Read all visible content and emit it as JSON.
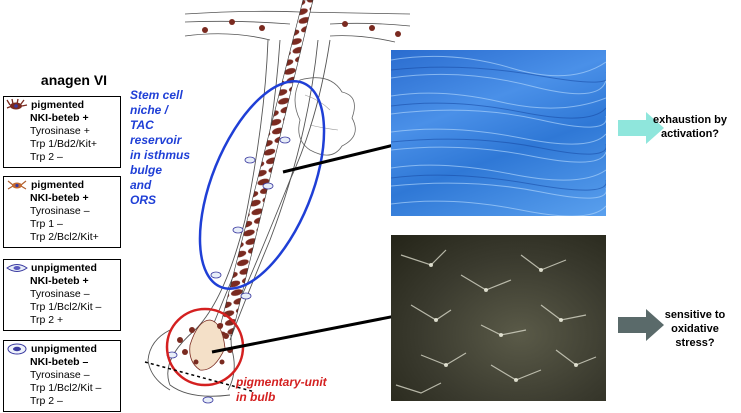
{
  "legend": {
    "title": "anagen VI",
    "boxes": [
      {
        "status": "pigmented",
        "marker": "NKI-beteb +",
        "lines": [
          "Tyrosinase +",
          "Trp 1/Bd2/Kit+",
          "Trp 2 –"
        ],
        "icon": "pigmented-dendritic-melanocyte-icon"
      },
      {
        "status": "pigmented",
        "marker": "NKI-beteb +",
        "lines": [
          "Tyrosinase –",
          "Trp 1 –",
          "Trp 2/Bcl2/Kit+"
        ],
        "icon": "pigmented-bipolar-melanocyte-icon"
      },
      {
        "status": "unpigmented",
        "marker": "NKI-beteb +",
        "lines": [
          "Tyrosinase –",
          "Trp 1/Bcl2/Kit –",
          "Trp 2 +"
        ],
        "icon": "unpigmented-spindle-cell-icon"
      },
      {
        "status": "unpigmented",
        "marker": "NKI-beteb –",
        "lines": [
          "Tyrosinase –",
          "Trp 1/Bcl2/Kit –",
          "Trp 2 –"
        ],
        "icon": "unpigmented-oval-cell-icon"
      }
    ]
  },
  "labels": {
    "stem_niche": [
      "Stem cell",
      "niche /",
      "TAC",
      "reservoir",
      "in isthmus",
      "bulge",
      "and",
      "ORS"
    ],
    "pigmentary": [
      "pigmentary-unit",
      "in bulb"
    ]
  },
  "outcomes": {
    "top": [
      "exhaustion by",
      "activation?"
    ],
    "bottom": [
      "sensitive to",
      "oxidative",
      "stress?"
    ]
  },
  "colors": {
    "stem_ellipse": "#1f3fd6",
    "bulb_circle": "#d42020",
    "arrow_top": "#8fe6dc",
    "arrow_bottom": "#5a6a6a",
    "hair_shaft": "#7a2a20",
    "micrograph_top": "#2f78d6",
    "micrograph_bottom": "#3a3a2e"
  }
}
